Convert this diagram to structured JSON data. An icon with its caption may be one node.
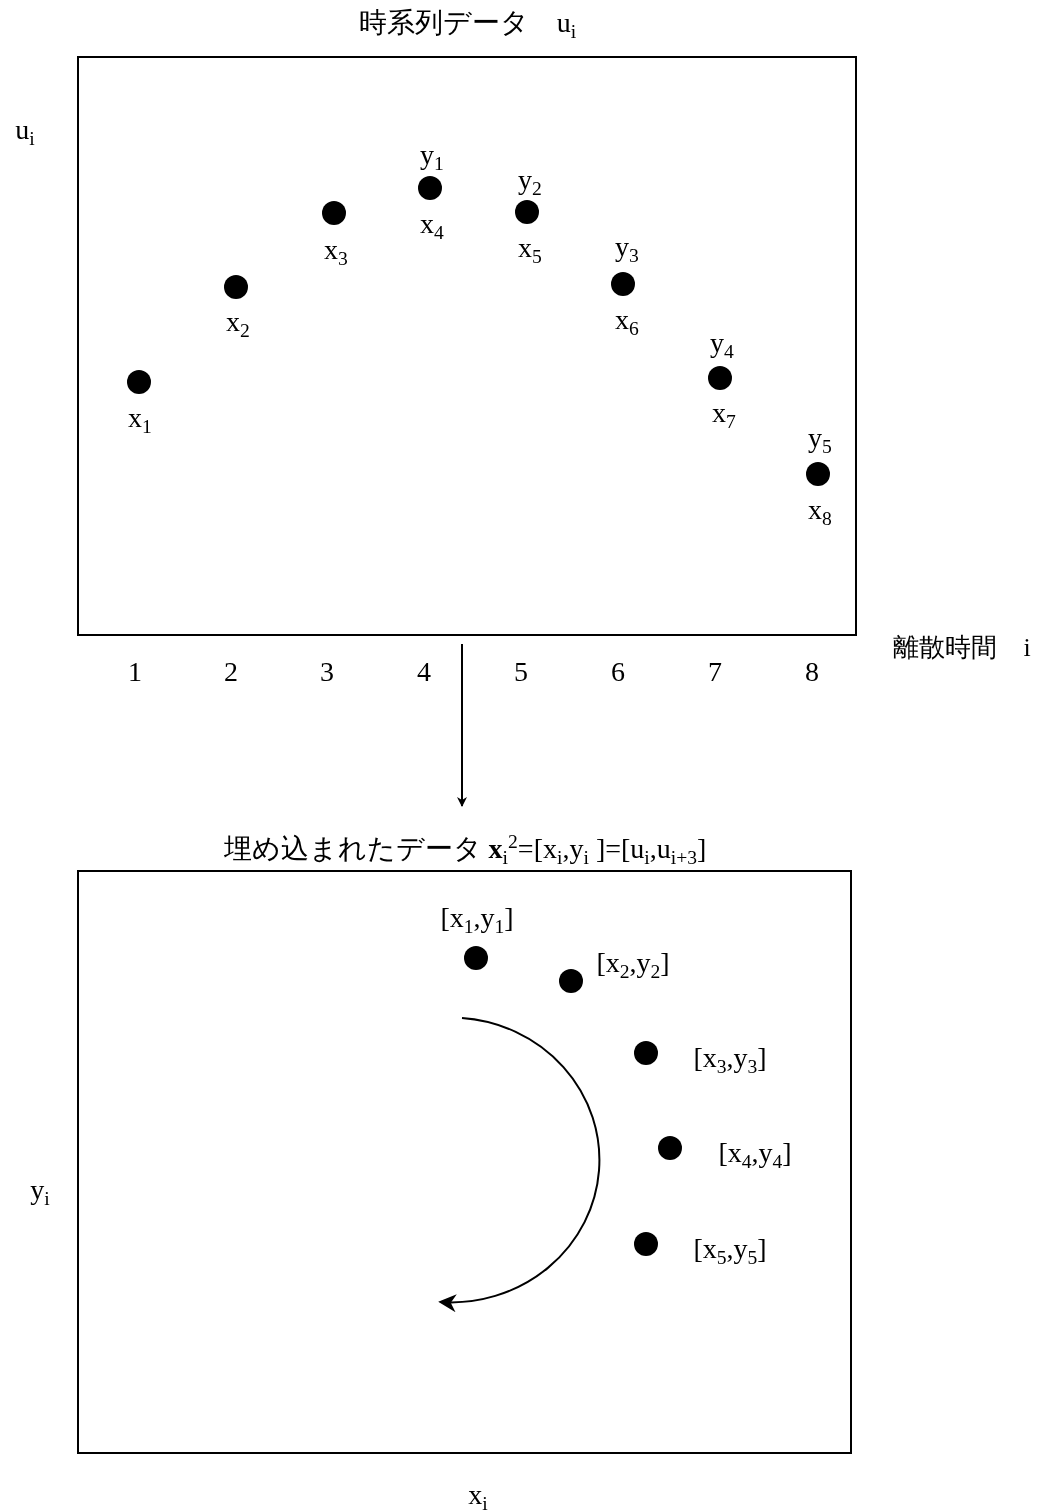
{
  "diagram": {
    "nodes": [
      {
        "text": [
          "時系列データ　u$_{i}$"
        ]
      },
      {
        "text": [
          "埋め込まれたデータ **x**$_{i}$$^{2}$=[x$_{i}$,y$_{i}$ ]=[u$_{i}$,u$_{i+3}$]"
        ]
      }
    ],
    "edges": [
      {
        "from": 0,
        "to": 1,
        "arrow": "to"
      }
    ],
    "labels": [
      "u$_{i}$",
      "x$_{1}$",
      "x$_{2}$",
      "x$_{3}$",
      "y$_{1}$",
      "x$_{4}$",
      "y$_{2}$",
      "x$_{5}$",
      "y$_{3}$",
      "x$_{6}$",
      "y$_{4}$",
      "x$_{7}$",
      "y$_{5}$",
      "x$_{8}$",
      "離散時間　i",
      "1",
      "2",
      "3",
      "4",
      "5",
      "6",
      "7",
      "8",
      "[x$_{1}$,y$_{1}$]",
      "[x$_{2}$,y$_{2}$]",
      "[x$_{3}$,y$_{3}$]",
      "[x$_{4}$,y$_{4}$]",
      "[x$_{5}$,y$_{5}$]",
      "y$_{i}$",
      "x$_{i}$"
    ]
  }
}
